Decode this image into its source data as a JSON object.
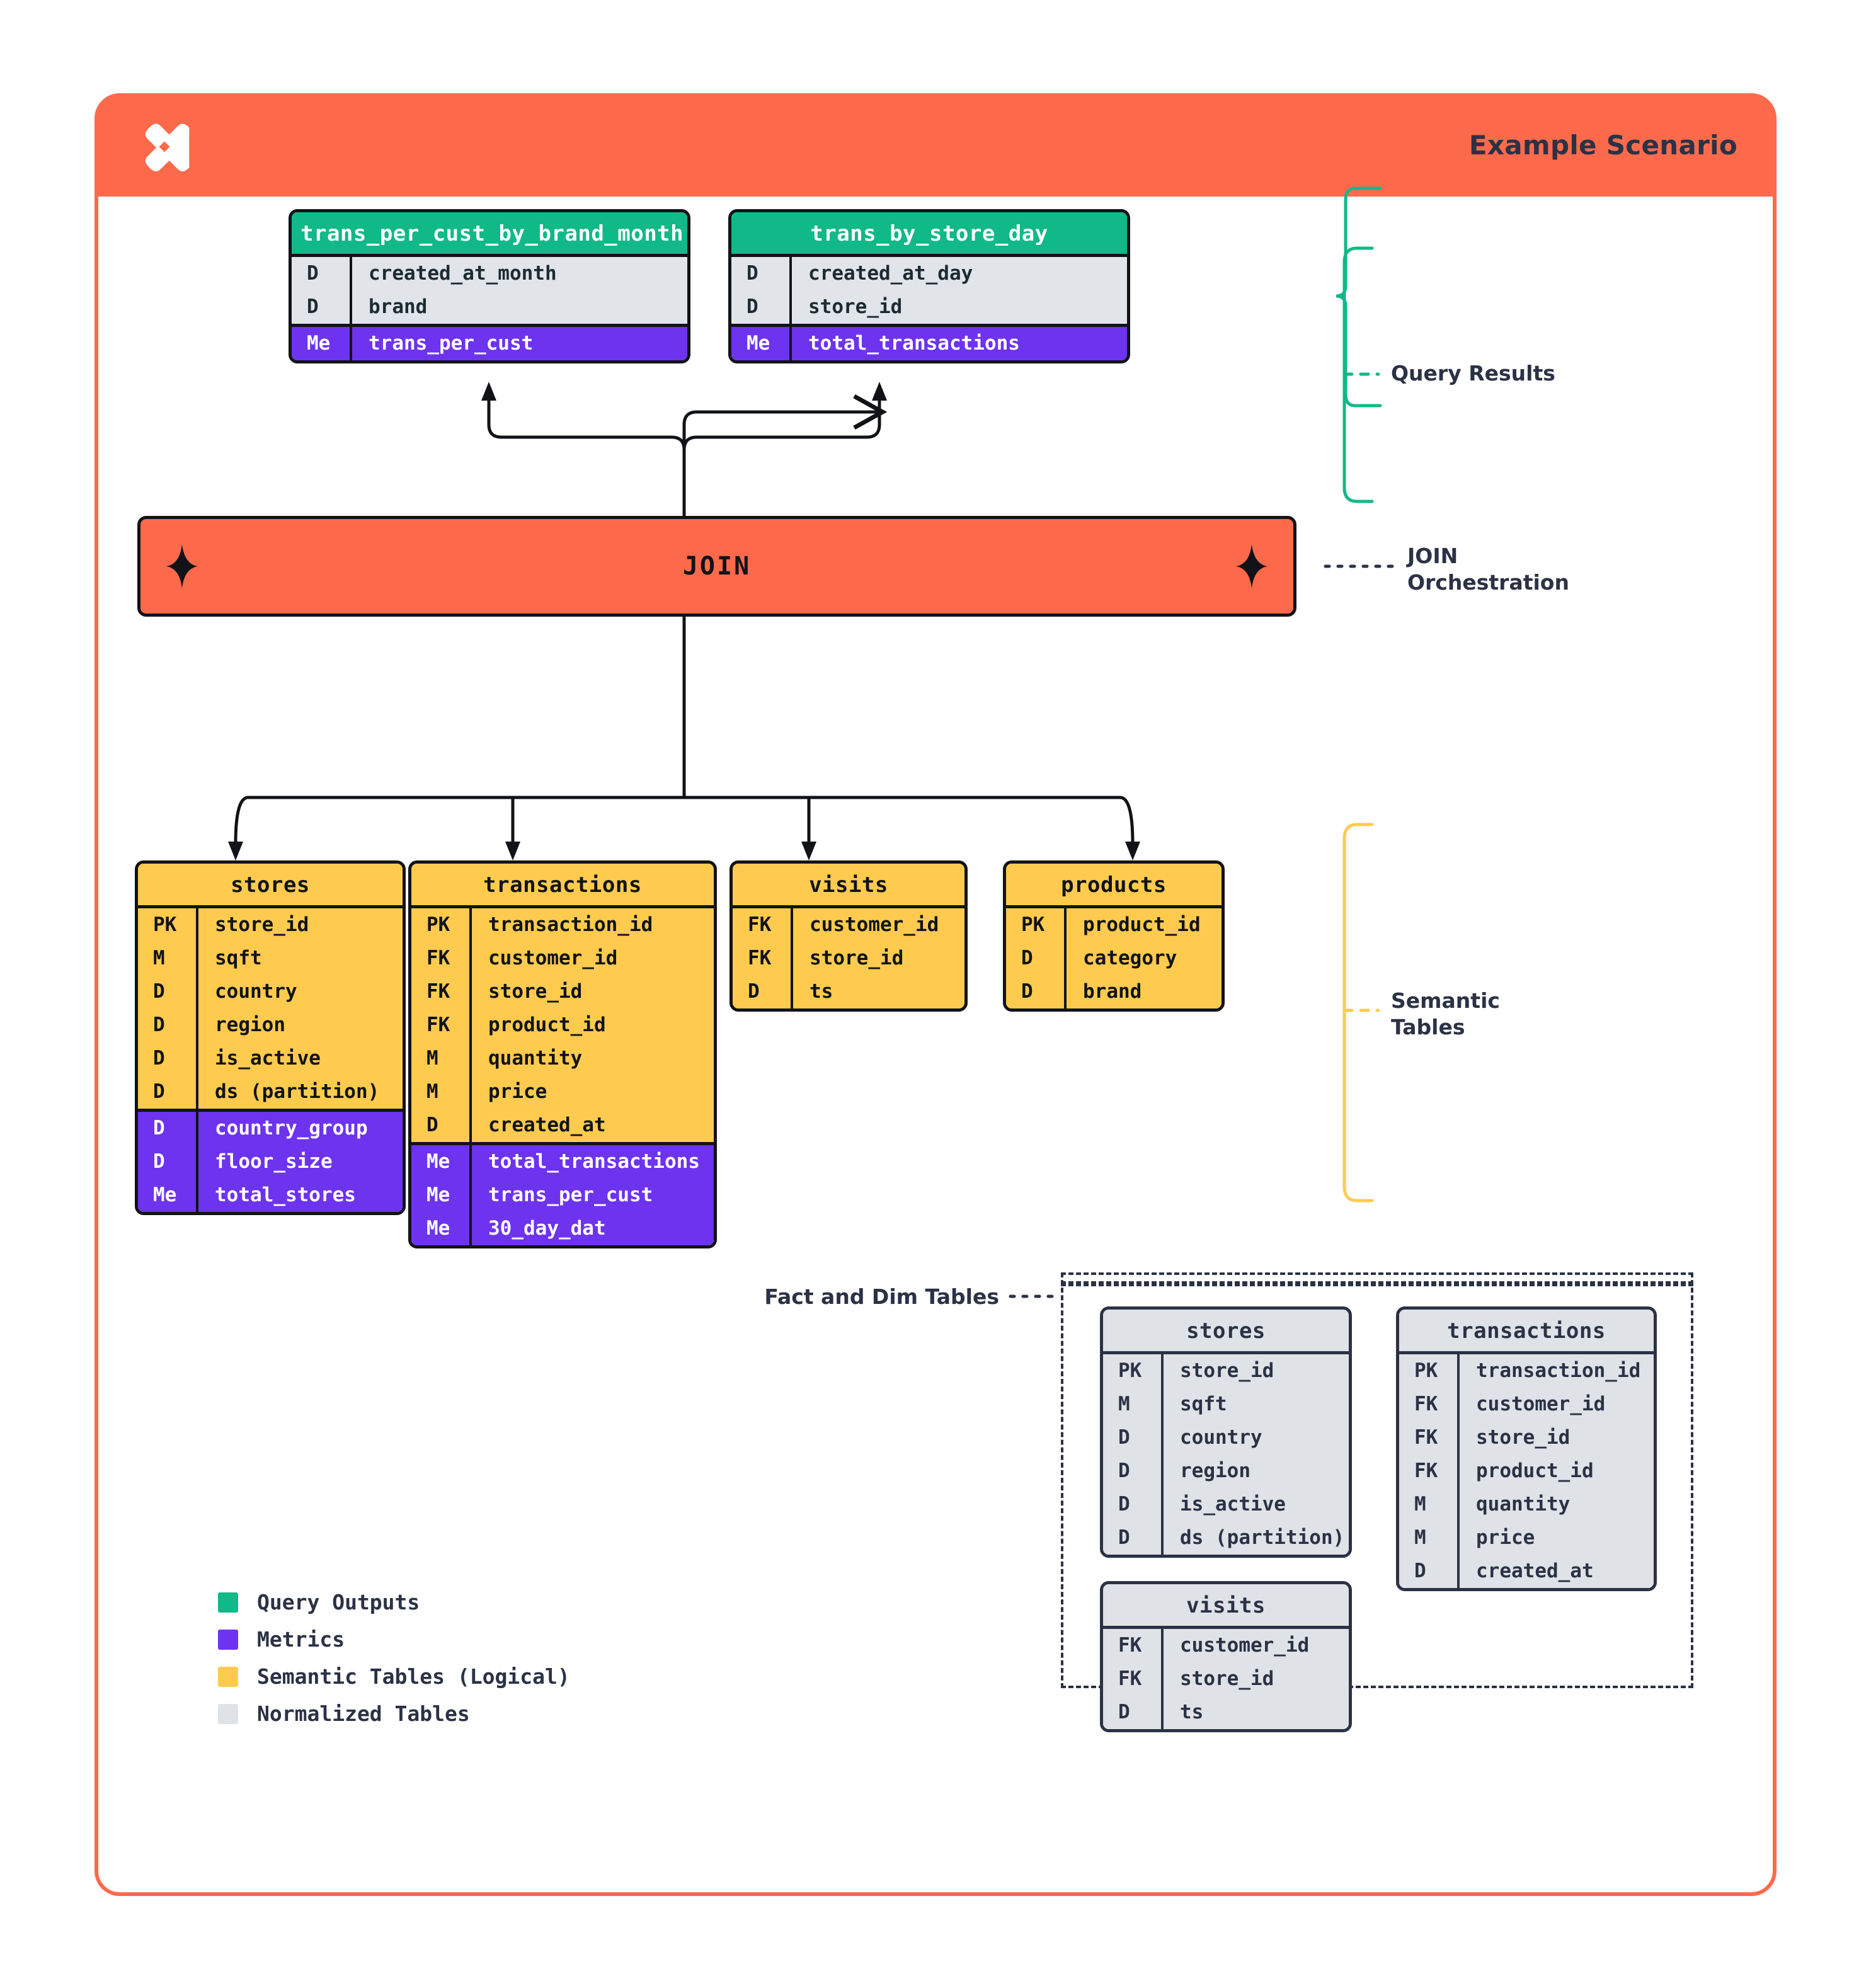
{
  "header": {
    "title": "Example Scenario",
    "logo_icon": "x-butterfly-logo",
    "bg": "#fc6a4b"
  },
  "colors": {
    "query_outputs": "#10b987",
    "metrics": "#6d33ef",
    "semantic": "#ffcb4f",
    "normalized": "#dfe3e8",
    "orange": "#fc6a4b",
    "ink": "#2b3245"
  },
  "query_results": [
    {
      "name": "trans_per_cust_by_brand_month",
      "dims": [
        {
          "k": "D",
          "v": "created_at_month"
        },
        {
          "k": "D",
          "v": "brand"
        }
      ],
      "metrics": [
        {
          "k": "Me",
          "v": "trans_per_cust"
        }
      ]
    },
    {
      "name": "trans_by_store_day",
      "dims": [
        {
          "k": "D",
          "v": "created_at_day"
        },
        {
          "k": "D",
          "v": "store_id"
        }
      ],
      "metrics": [
        {
          "k": "Me",
          "v": "total_transactions"
        }
      ]
    }
  ],
  "join": {
    "label": "JOIN",
    "icon_left": "sparkle-icon",
    "icon_right": "sparkle-icon"
  },
  "semantic_tables": [
    {
      "name": "stores",
      "dims": [
        {
          "k": "PK",
          "v": "store_id"
        },
        {
          "k": "M",
          "v": "sqft"
        },
        {
          "k": "D",
          "v": "country"
        },
        {
          "k": "D",
          "v": "region"
        },
        {
          "k": "D",
          "v": "is_active"
        },
        {
          "k": "D",
          "v": "ds (partition)"
        }
      ],
      "metrics": [
        {
          "k": "D",
          "v": "country_group"
        },
        {
          "k": "D",
          "v": "floor_size"
        },
        {
          "k": "Me",
          "v": "total_stores"
        }
      ]
    },
    {
      "name": "transactions",
      "dims": [
        {
          "k": "PK",
          "v": "transaction_id"
        },
        {
          "k": "FK",
          "v": "customer_id"
        },
        {
          "k": "FK",
          "v": "store_id"
        },
        {
          "k": "FK",
          "v": "product_id"
        },
        {
          "k": "M",
          "v": "quantity"
        },
        {
          "k": "M",
          "v": "price"
        },
        {
          "k": "D",
          "v": "created_at"
        }
      ],
      "metrics": [
        {
          "k": "Me",
          "v": "total_transactions"
        },
        {
          "k": "Me",
          "v": "trans_per_cust"
        },
        {
          "k": "Me",
          "v": "30_day_dat"
        }
      ]
    },
    {
      "name": "visits",
      "dims": [
        {
          "k": "FK",
          "v": "customer_id"
        },
        {
          "k": "FK",
          "v": "store_id"
        },
        {
          "k": "D",
          "v": "ts"
        }
      ],
      "metrics": []
    },
    {
      "name": "products",
      "dims": [
        {
          "k": "PK",
          "v": "product_id"
        },
        {
          "k": "D",
          "v": "category"
        },
        {
          "k": "D",
          "v": "brand"
        }
      ],
      "metrics": []
    }
  ],
  "fact_dim_tables": [
    {
      "name": "stores",
      "dims": [
        {
          "k": "PK",
          "v": "store_id"
        },
        {
          "k": "M",
          "v": "sqft"
        },
        {
          "k": "D",
          "v": "country"
        },
        {
          "k": "D",
          "v": "region"
        },
        {
          "k": "D",
          "v": "is_active"
        },
        {
          "k": "D",
          "v": "ds (partition)"
        }
      ]
    },
    {
      "name": "transactions",
      "dims": [
        {
          "k": "PK",
          "v": "transaction_id"
        },
        {
          "k": "FK",
          "v": "customer_id"
        },
        {
          "k": "FK",
          "v": "store_id"
        },
        {
          "k": "FK",
          "v": "product_id"
        },
        {
          "k": "M",
          "v": "quantity"
        },
        {
          "k": "M",
          "v": "price"
        },
        {
          "k": "D",
          "v": "created_at"
        }
      ]
    },
    {
      "name": "visits",
      "dims": [
        {
          "k": "FK",
          "v": "customer_id"
        },
        {
          "k": "FK",
          "v": "store_id"
        },
        {
          "k": "D",
          "v": "ts"
        }
      ]
    }
  ],
  "annotations": {
    "query_results": "Query Results",
    "join_orchestration_line1": "JOIN",
    "join_orchestration_line2": "Orchestration",
    "semantic_tables_line1": "Semantic",
    "semantic_tables_line2": "Tables",
    "fact_and_dim": "Fact and Dim Tables"
  },
  "legend": [
    {
      "label": "Query Outputs",
      "color": "#10b987"
    },
    {
      "label": "Metrics",
      "color": "#6d33ef"
    },
    {
      "label": "Semantic Tables (Logical)",
      "color": "#ffcb4f"
    },
    {
      "label": "Normalized Tables",
      "color": "#dfe3e8"
    }
  ]
}
